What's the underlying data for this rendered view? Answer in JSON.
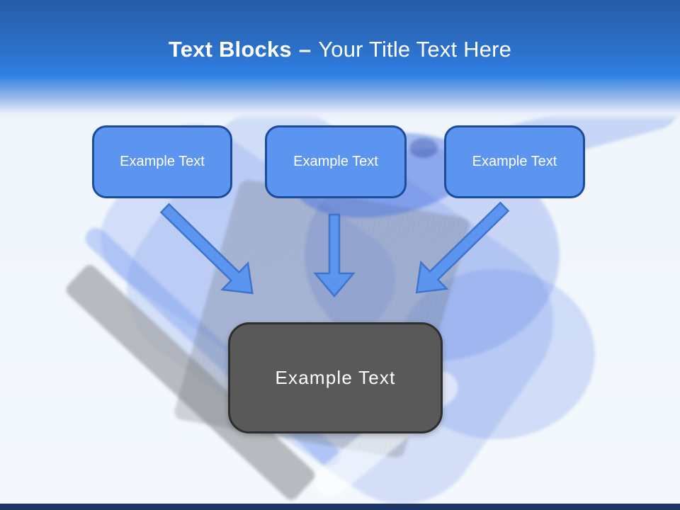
{
  "slide": {
    "title": {
      "bold": "Text Blocks",
      "separator": "–",
      "regular": "Your Title Text Here"
    },
    "text_boxes": [
      {
        "label": "Example Text"
      },
      {
        "label": "Example Text"
      },
      {
        "label": "Example Text"
      }
    ],
    "result_box": {
      "label": "Example Text"
    },
    "arrows": [
      {
        "icon": "arrow-down-right-icon"
      },
      {
        "icon": "arrow-down-icon"
      },
      {
        "icon": "arrow-down-left-icon"
      }
    ],
    "background_photo": "dustpan-and-brush-photo",
    "colors": {
      "header_top": "#265ca8",
      "header_bottom": "#2f80e3",
      "title_text": "#ffffff",
      "box_fill": "#5b95ef",
      "box_border": "#1d4d9a",
      "arrow_fill": "#5b95ef",
      "arrow_stroke": "#3f74c9",
      "result_fill": "#595959",
      "result_border": "#2e2e2e",
      "footer_bar": "#1b3566"
    }
  }
}
